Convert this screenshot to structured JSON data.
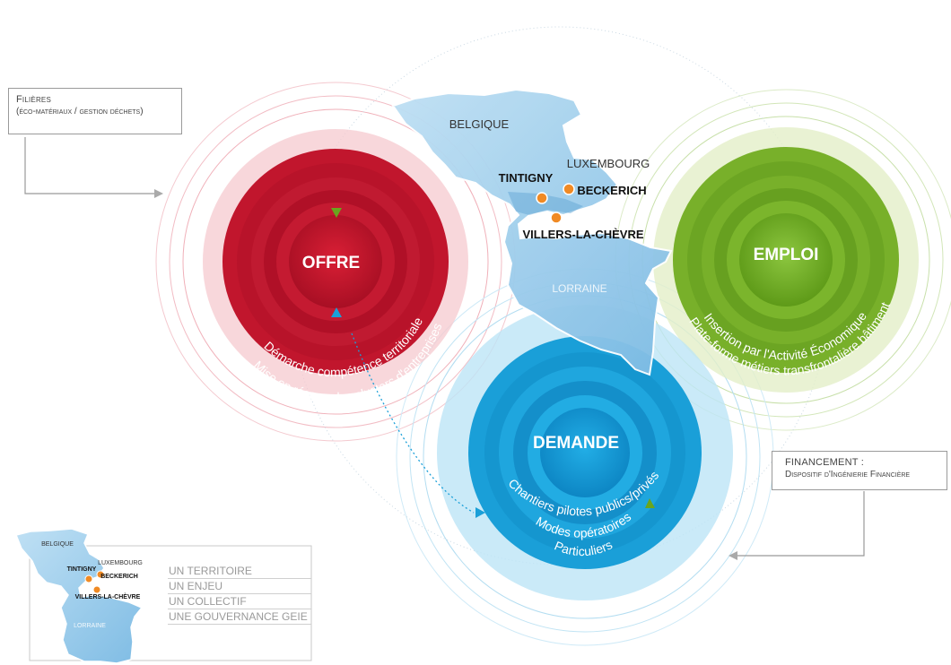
{
  "filieres_box": {
    "line1": "Filières",
    "line2": "(éco-matériaux / gestion déchets)"
  },
  "financement_box": {
    "line1": "FINANCEMENT :",
    "line2": "Dispositif d'Ingénierie Financière"
  },
  "circles": {
    "offre": {
      "label": "OFFRE",
      "arc1": "Démarche compétence territoriale",
      "arc2": "Mise en réseau des clusters d'entreprises",
      "color": "#c8102e"
    },
    "emploi": {
      "label": "EMPLOI",
      "arc1": "Insertion par l'Activité Économique",
      "arc2": "Plate-forme métiers transfrontalière bâtiment",
      "color": "#6aa51e"
    },
    "demande": {
      "label": "DEMANDE",
      "arc1": "Chantiers pilotes publics/privés",
      "arc2": "Modes opératoires",
      "arc3": "Particuliers",
      "color": "#1a9fd8"
    }
  },
  "map": {
    "belgique": "BELGIQUE",
    "luxembourg": "LUXEMBOURG",
    "tintigny": "TINTIGNY",
    "beckerich": "BECKERICH",
    "villers": "VILLERS-LA-CHÈVRE",
    "lorraine": "LORRAINE"
  },
  "mini_map": {
    "belgique": "BELGIQUE",
    "luxembourg": "LUXEMBOURG",
    "tintigny": "TINTIGNY",
    "beckerich": "BECKERICH",
    "villers": "VILLERS-LA-CHÈVRE",
    "lorraine": "LORRAINE"
  },
  "legend": [
    "UN TERRITOIRE",
    "UN ENJEU",
    "UN COLLECTIF",
    "UNE GOUVERNANCE GEIE"
  ]
}
